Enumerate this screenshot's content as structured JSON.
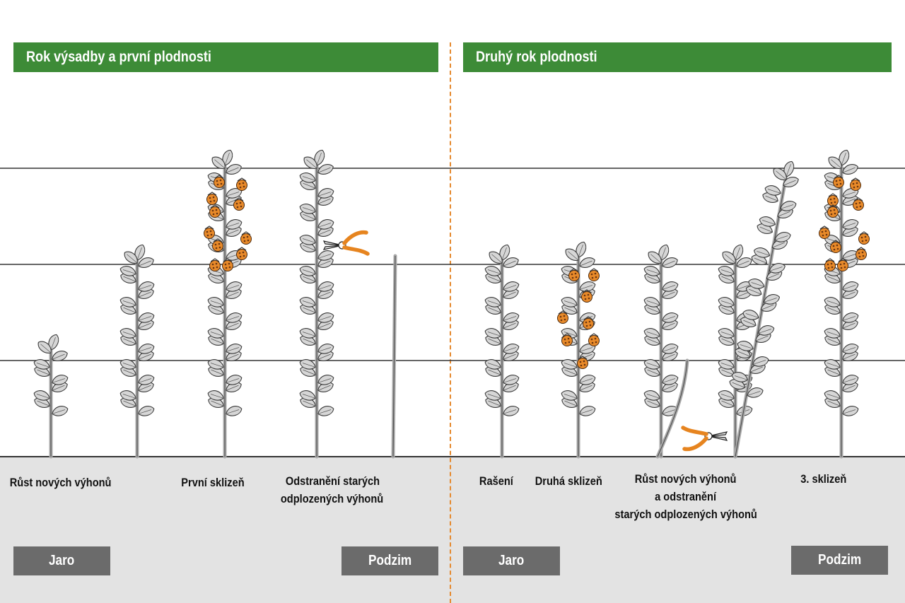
{
  "headers": {
    "left": "Rok výsadby a první plodnosti",
    "right": "Druhý rok plodnosti"
  },
  "stages": {
    "s1": "Růst nových výhonů",
    "s2": "První sklizeň",
    "s3a": "Odstranění starých",
    "s3b": "odplozených výhonů",
    "s4": "Rašení",
    "s5": "Druhá sklizeň",
    "s6a": "Růst nových výhonů",
    "s6b": "a odstranění",
    "s6c": "starých odplozených výhonů",
    "s7": "3. sklizeň"
  },
  "seasons": {
    "left_spring": "Jaro",
    "left_autumn": "Podzim",
    "right_spring": "Jaro",
    "right_autumn": "Podzim"
  },
  "colors": {
    "header_green": "#3d8b37",
    "divider_orange": "#e5892e",
    "fruit_orange": "#e88a2a",
    "season_grey": "#6b6b6b",
    "ground_grey": "#e3e3e3",
    "leaf": "#d4d4d4",
    "stem": "#a9a9a9"
  },
  "icons": {
    "pruning_shears": "pruning-shears-icon",
    "raspberry": "raspberry-icon",
    "leaf": "leaf-icon"
  }
}
